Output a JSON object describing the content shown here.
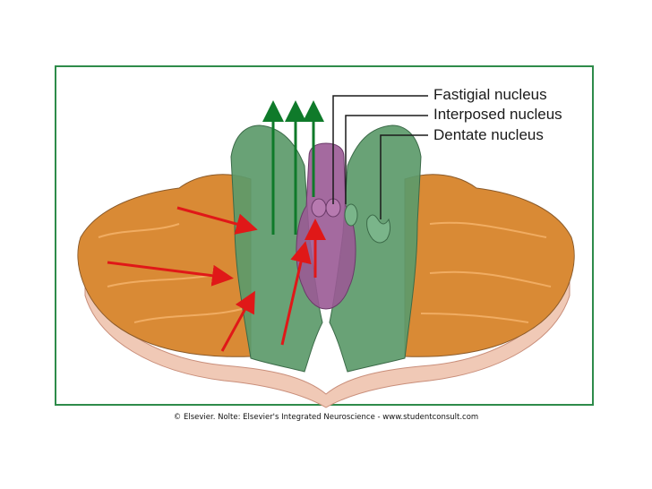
{
  "labels": {
    "fastigial": "Fastigial nucleus",
    "interposed": "Interposed nucleus",
    "dentate": "Dentate nucleus"
  },
  "credit": "© Elsevier. Nolte: Elsevier's Integrated Neuroscience - www.studentconsult.com",
  "colors": {
    "frame": "#2e8b4a",
    "lateral_zone": "#d98a35",
    "intermediate_zone": "#5c9a6a",
    "vermis_zone": "#9a5a95",
    "base_shadow": "#f0c9b6",
    "input_arrow": "#e01818",
    "output_arrow": "#0f7a2a"
  }
}
